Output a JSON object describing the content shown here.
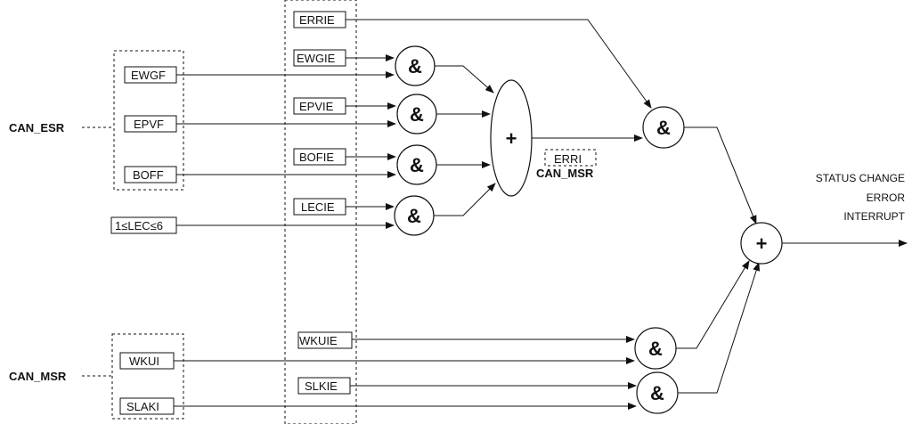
{
  "registers": {
    "esr": "CAN_ESR",
    "msr": "CAN_MSR",
    "msr_inner": "CAN_MSR"
  },
  "esr_flags": [
    "EWGF",
    "EPVF",
    "BOFF",
    "1≤LEC≤6"
  ],
  "enable_bits": [
    "ERRIE",
    "EWGIE",
    "EPVIE",
    "BOFIE",
    "LECIE",
    "WKUIE",
    "SLKIE"
  ],
  "msr_flags": [
    "WKUI",
    "SLAKI"
  ],
  "erri_label": "ERRI",
  "and_symbol": "&",
  "or_symbol": "+",
  "output": {
    "line1": "STATUS CHANGE",
    "line2": "ERROR",
    "line3": "INTERRUPT"
  }
}
